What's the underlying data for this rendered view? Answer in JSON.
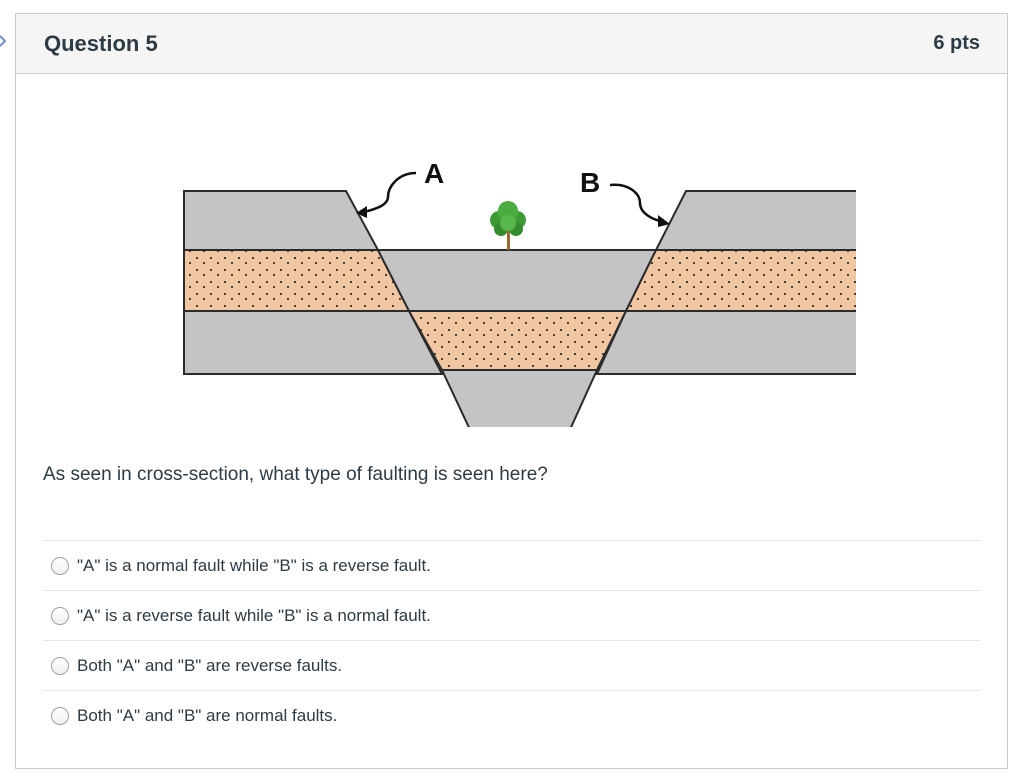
{
  "question": {
    "title": "Question 5",
    "points": "6 pts",
    "text": "As seen in cross-section, what type of faulting is seen here?"
  },
  "figure": {
    "label_a": "A",
    "label_b": "B",
    "colors": {
      "gray_rock": "#c4c4c6",
      "sandstone": "#f0c7a2",
      "outline": "#2b2b2b",
      "tree_green": "#3d9b35",
      "tree_trunk": "#9a6a2f"
    }
  },
  "answers": [
    {
      "label": "\"A\" is a normal fault while \"B\" is a reverse fault.",
      "selected": false
    },
    {
      "label": "\"A\" is a reverse fault while \"B\" is a normal fault.",
      "selected": false
    },
    {
      "label": "Both \"A\" and \"B\" are reverse faults.",
      "selected": false
    },
    {
      "label": "Both \"A\" and \"B\" are normal faults.",
      "selected": false
    }
  ]
}
